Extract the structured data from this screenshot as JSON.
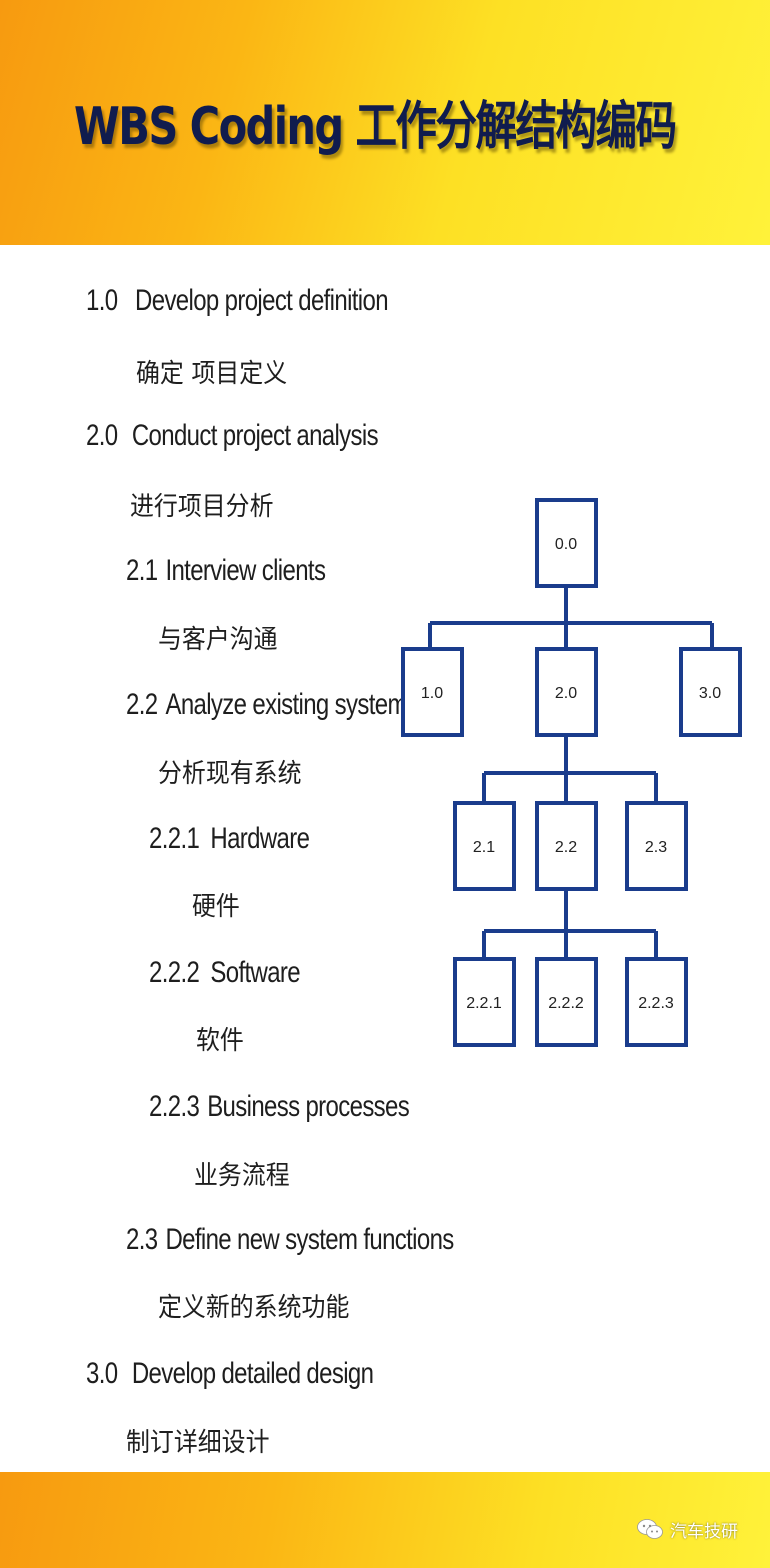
{
  "title": "WBS Coding  工作分解结构编码",
  "outline": [
    {
      "num": "1.0",
      "label": "Develop project definition",
      "zh": "确定 项目定义"
    },
    {
      "num": "2.0",
      "label": "Conduct project analysis",
      "zh": "进行项目分析"
    },
    {
      "num": "2.1",
      "label": "Interview clients",
      "zh": "与客户沟通"
    },
    {
      "num": "2.2",
      "label": "Analyze existing systems",
      "zh": "分析现有系统"
    },
    {
      "num": "2.2.1",
      "label": "Hardware",
      "zh": "硬件"
    },
    {
      "num": "2.2.2",
      "label": "Software",
      "zh": "软件"
    },
    {
      "num": "2.2.3",
      "label": "Business processes",
      "zh": "业务流程"
    },
    {
      "num": "2.3",
      "label": "Define new system functions",
      "zh": "定义新的系统功能"
    },
    {
      "num": "3.0",
      "label": "Develop detailed design",
      "zh": "制订详细设计"
    }
  ],
  "tree": {
    "root": "0.0",
    "level1": [
      "1.0",
      "2.0",
      "3.0"
    ],
    "level2": [
      "2.1",
      "2.2",
      "2.3"
    ],
    "level3": [
      "2.2.1",
      "2.2.2",
      "2.2.3"
    ]
  },
  "colors": {
    "box_border": "#1a3c8c",
    "connector": "#1a3c8c",
    "title": "#101c4e",
    "band_left": "#f79a10",
    "band_right": "#fff23a"
  },
  "watermark": {
    "text": "汽车技研",
    "icon": "wechat-icon"
  }
}
